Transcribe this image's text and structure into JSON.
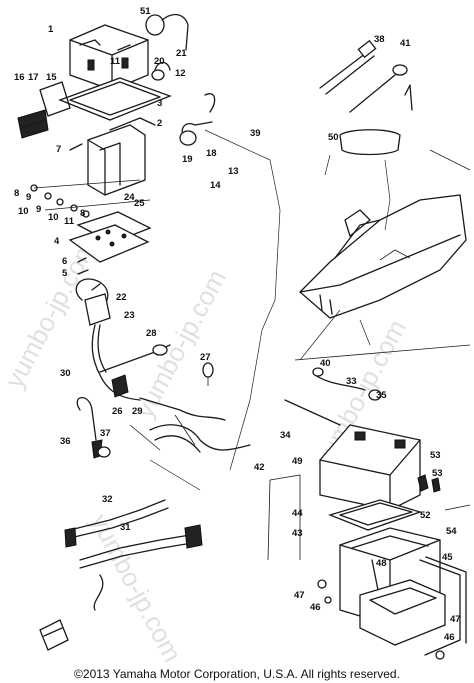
{
  "watermark": "yumbo-jp.com",
  "copyright": "©2013 Yamaha Motor Corporation, U.S.A. All rights reserved.",
  "callouts": [
    "1",
    "2",
    "3",
    "4",
    "5",
    "6",
    "7",
    "8",
    "9",
    "10",
    "11",
    "12",
    "13",
    "14",
    "15",
    "16",
    "17",
    "18",
    "19",
    "20",
    "21",
    "22",
    "23",
    "24",
    "25",
    "26",
    "27",
    "28",
    "29",
    "30",
    "31",
    "32",
    "33",
    "34",
    "35",
    "36",
    "37",
    "38",
    "39",
    "40",
    "41",
    "42",
    "43",
    "44",
    "45",
    "46",
    "47",
    "48",
    "49",
    "50",
    "51",
    "52",
    "53",
    "54",
    "8",
    "9",
    "10",
    "11",
    "46",
    "47",
    "53"
  ]
}
